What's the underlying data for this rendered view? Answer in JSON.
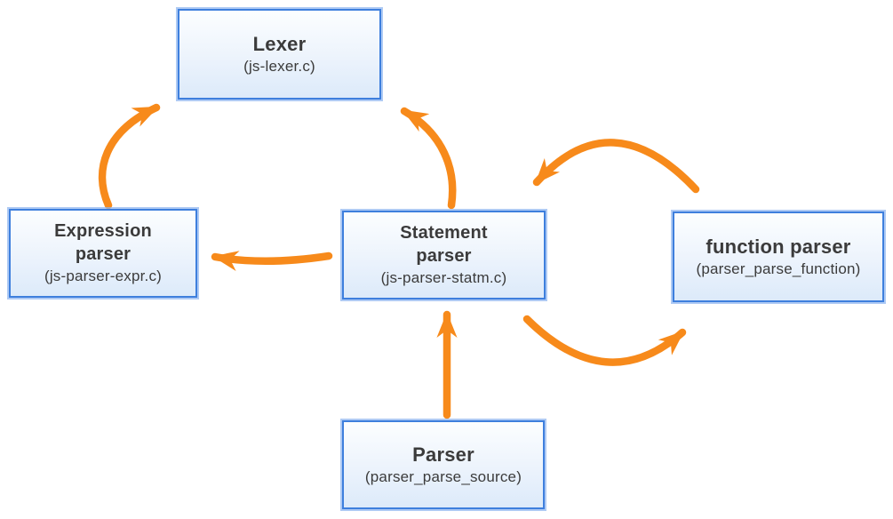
{
  "diagram": {
    "colors": {
      "arrow": "#F78A1B",
      "box_border": "#3e7fdd",
      "box_fill_top": "#fcfeff",
      "box_fill_bottom": "#dceafa",
      "text": "#3b3b3b",
      "background": "#ffffff"
    },
    "nodes": [
      {
        "id": "lexer",
        "title": "Lexer",
        "subtitle": "(js-lexer.c)"
      },
      {
        "id": "expression-parser",
        "title": "Expression\nparser",
        "subtitle": "(js-parser-expr.c)"
      },
      {
        "id": "statement-parser",
        "title": "Statement\nparser",
        "subtitle": "(js-parser-statm.c)"
      },
      {
        "id": "function-parser",
        "title": "function parser",
        "subtitle": "(parser_parse_function)"
      },
      {
        "id": "parser",
        "title": "Parser",
        "subtitle": "(parser_parse_source)"
      }
    ],
    "edges": [
      {
        "from": "expression-parser",
        "to": "lexer"
      },
      {
        "from": "statement-parser",
        "to": "lexer"
      },
      {
        "from": "statement-parser",
        "to": "expression-parser"
      },
      {
        "from": "function-parser",
        "to": "statement-parser"
      },
      {
        "from": "statement-parser",
        "to": "function-parser"
      },
      {
        "from": "parser",
        "to": "statement-parser"
      }
    ]
  }
}
